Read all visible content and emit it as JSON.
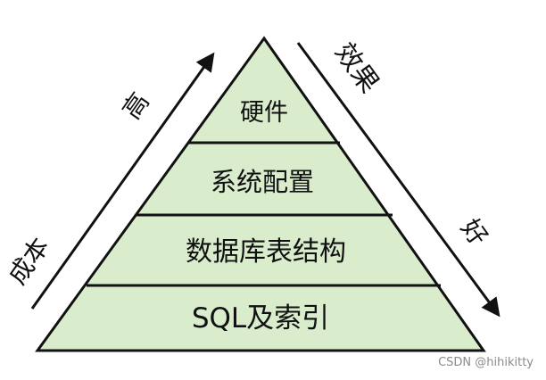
{
  "pyramid": {
    "fill": "#d9edcd",
    "stroke": "#111111",
    "layers": [
      {
        "label": "硬件"
      },
      {
        "label": "系统配置"
      },
      {
        "label": "数据库表结构"
      },
      {
        "label": "SQL及索引"
      }
    ]
  },
  "left_axis": {
    "bottom_text": "成本",
    "top_text": "高"
  },
  "right_axis": {
    "top_text": "效果",
    "bottom_text": "好"
  },
  "watermark": "CSDN @hihikitty"
}
